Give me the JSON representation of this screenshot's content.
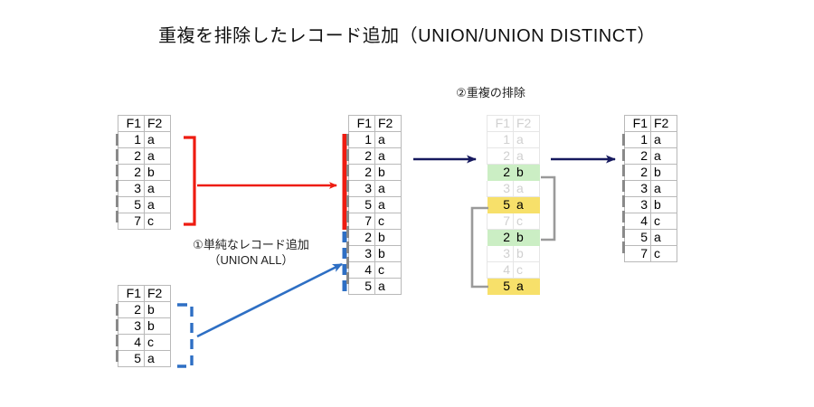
{
  "title": "重複を排除したレコード追加（UNION/UNION DISTINCT）",
  "captions": {
    "union_all_line1": "①単純なレコード追加",
    "union_all_line2": "（UNION ALL）",
    "dedupe": "②重複の排除"
  },
  "columns": {
    "f1": "F1",
    "f2": "F2"
  },
  "colors": {
    "red": "#ee1c11",
    "blue": "#2e6fc4",
    "navy": "#16195e",
    "gray_bracket": "#9a9a9a",
    "green_fill": "#cbeec4",
    "green_border": "#7fbf6a",
    "yellow_fill": "#f7e06a",
    "yellow_border": "#c6a41b",
    "faded_text": "#d0d0d0",
    "table_border": "#b9b9b9"
  },
  "tables": {
    "source_a": {
      "name": "source-table-a",
      "rows": [
        {
          "f1": "1",
          "f2": "a"
        },
        {
          "f1": "2",
          "f2": "a"
        },
        {
          "f1": "2",
          "f2": "b"
        },
        {
          "f1": "3",
          "f2": "a"
        },
        {
          "f1": "5",
          "f2": "a"
        },
        {
          "f1": "7",
          "f2": "c"
        }
      ]
    },
    "source_b": {
      "name": "source-table-b",
      "rows": [
        {
          "f1": "2",
          "f2": "b"
        },
        {
          "f1": "3",
          "f2": "b"
        },
        {
          "f1": "4",
          "f2": "c"
        },
        {
          "f1": "5",
          "f2": "a"
        }
      ]
    },
    "union_all": {
      "name": "union-all-result-table",
      "rows": [
        {
          "f1": "1",
          "f2": "a",
          "origin": "a"
        },
        {
          "f1": "2",
          "f2": "a",
          "origin": "a"
        },
        {
          "f1": "2",
          "f2": "b",
          "origin": "a"
        },
        {
          "f1": "3",
          "f2": "a",
          "origin": "a"
        },
        {
          "f1": "5",
          "f2": "a",
          "origin": "a"
        },
        {
          "f1": "7",
          "f2": "c",
          "origin": "a"
        },
        {
          "f1": "2",
          "f2": "b",
          "origin": "b"
        },
        {
          "f1": "3",
          "f2": "b",
          "origin": "b"
        },
        {
          "f1": "4",
          "f2": "c",
          "origin": "b"
        },
        {
          "f1": "5",
          "f2": "a",
          "origin": "b"
        }
      ]
    },
    "dedupe": {
      "name": "dedupe-analysis-table",
      "rows": [
        {
          "f1": "1",
          "f2": "a",
          "highlight": "none"
        },
        {
          "f1": "2",
          "f2": "a",
          "highlight": "none"
        },
        {
          "f1": "2",
          "f2": "b",
          "highlight": "green"
        },
        {
          "f1": "3",
          "f2": "a",
          "highlight": "none"
        },
        {
          "f1": "5",
          "f2": "a",
          "highlight": "yellow"
        },
        {
          "f1": "7",
          "f2": "c",
          "highlight": "none"
        },
        {
          "f1": "2",
          "f2": "b",
          "highlight": "green"
        },
        {
          "f1": "3",
          "f2": "b",
          "highlight": "none"
        },
        {
          "f1": "4",
          "f2": "c",
          "highlight": "none"
        },
        {
          "f1": "5",
          "f2": "a",
          "highlight": "yellow"
        }
      ]
    },
    "final": {
      "name": "union-distinct-result-table",
      "rows": [
        {
          "f1": "1",
          "f2": "a"
        },
        {
          "f1": "2",
          "f2": "a"
        },
        {
          "f1": "2",
          "f2": "b"
        },
        {
          "f1": "3",
          "f2": "a"
        },
        {
          "f1": "3",
          "f2": "b"
        },
        {
          "f1": "4",
          "f2": "c"
        },
        {
          "f1": "5",
          "f2": "a"
        },
        {
          "f1": "7",
          "f2": "c"
        }
      ]
    }
  }
}
